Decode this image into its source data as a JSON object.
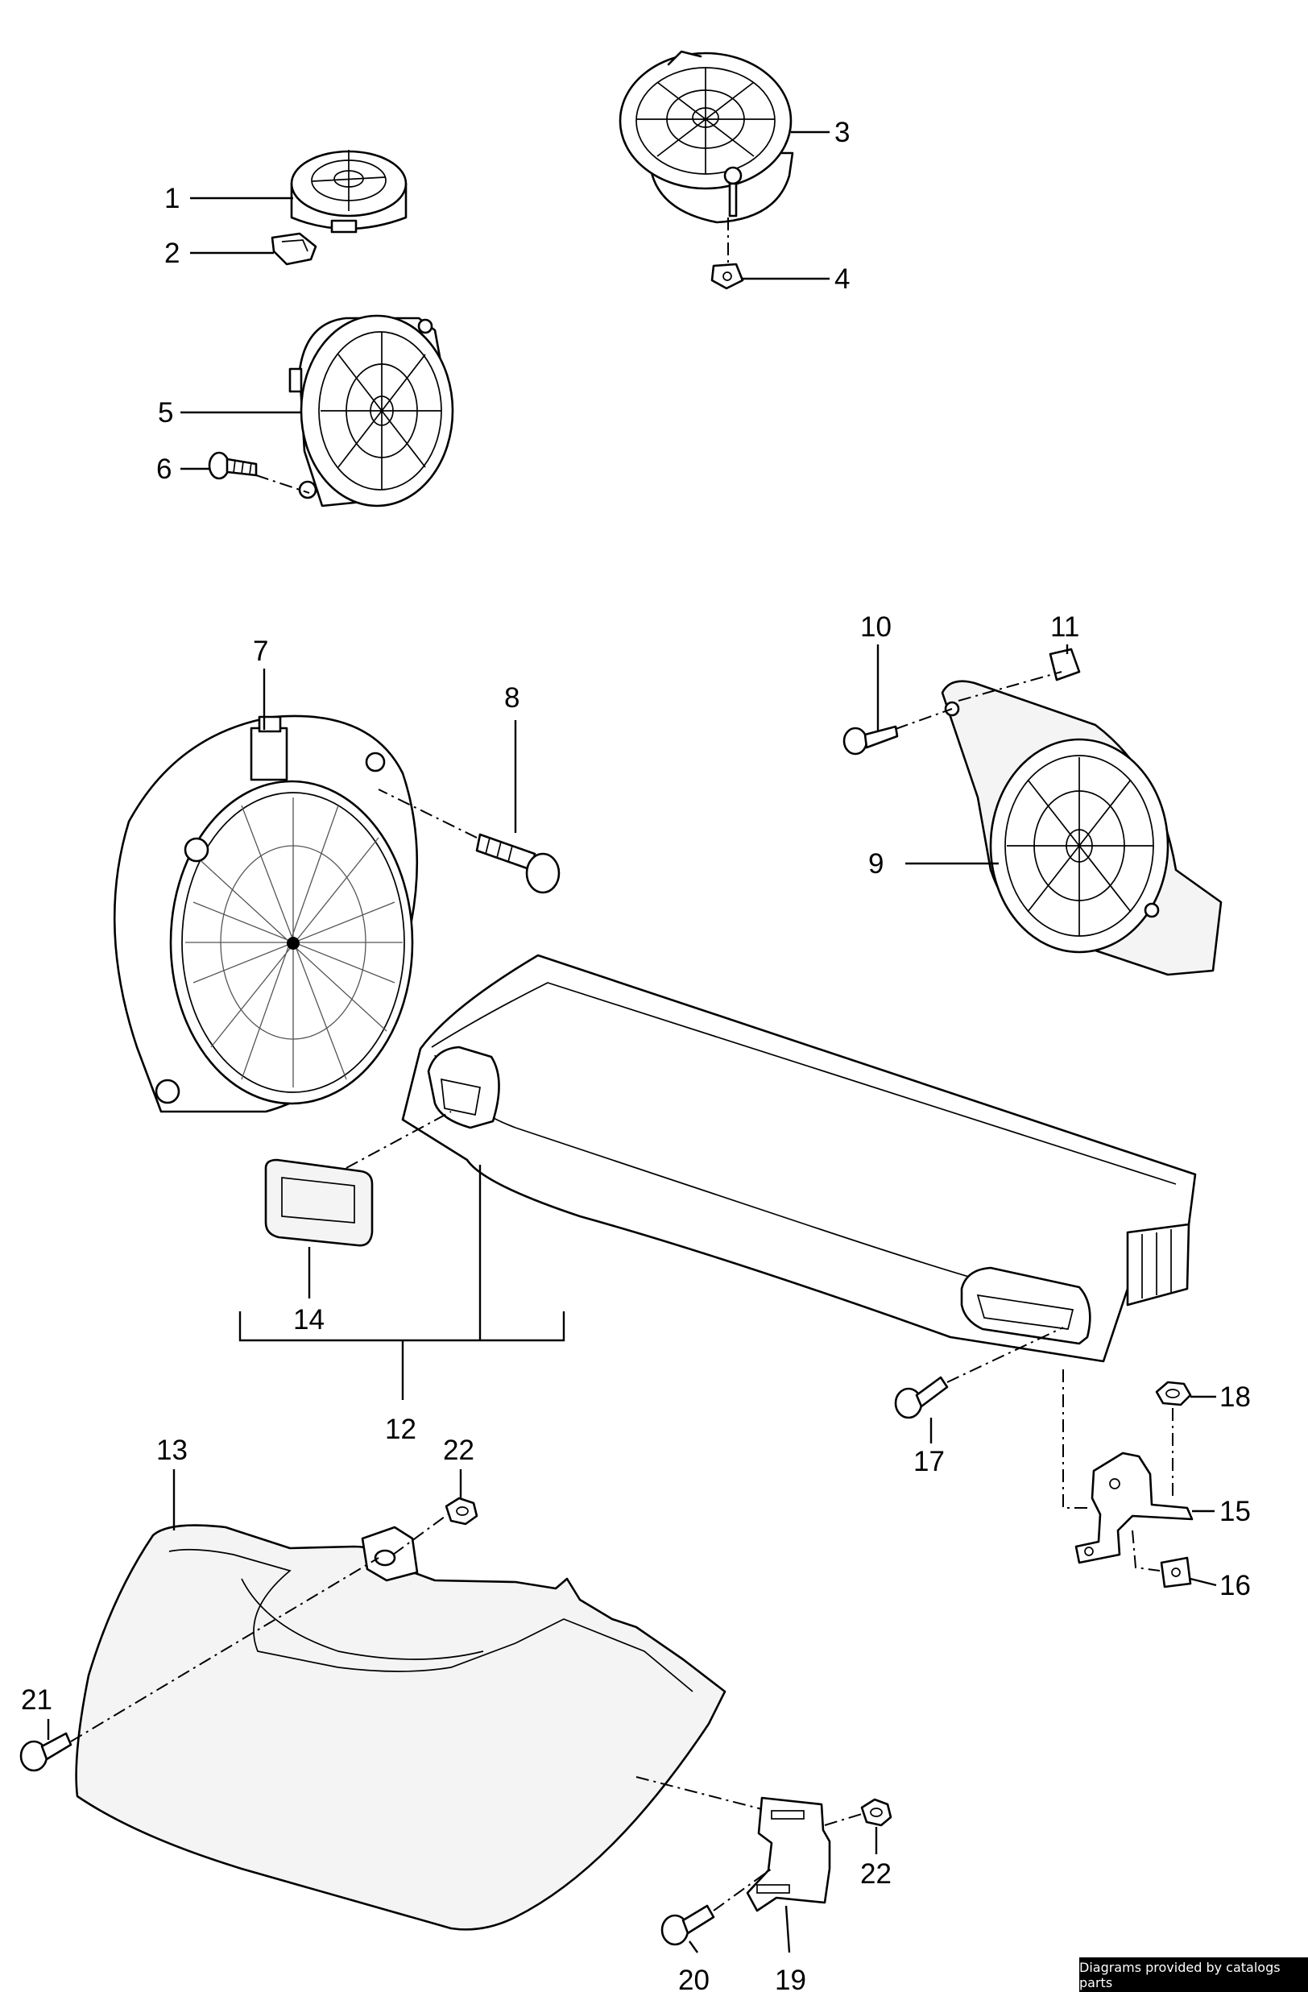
{
  "callouts": [
    "1",
    "2",
    "3",
    "4",
    "5",
    "6",
    "7",
    "8",
    "9",
    "10",
    "11",
    "12",
    "13",
    "14",
    "15",
    "16",
    "17",
    "18",
    "19",
    "20",
    "21",
    "22",
    "22"
  ],
  "credit": "Diagrams provided by catalogs parts"
}
